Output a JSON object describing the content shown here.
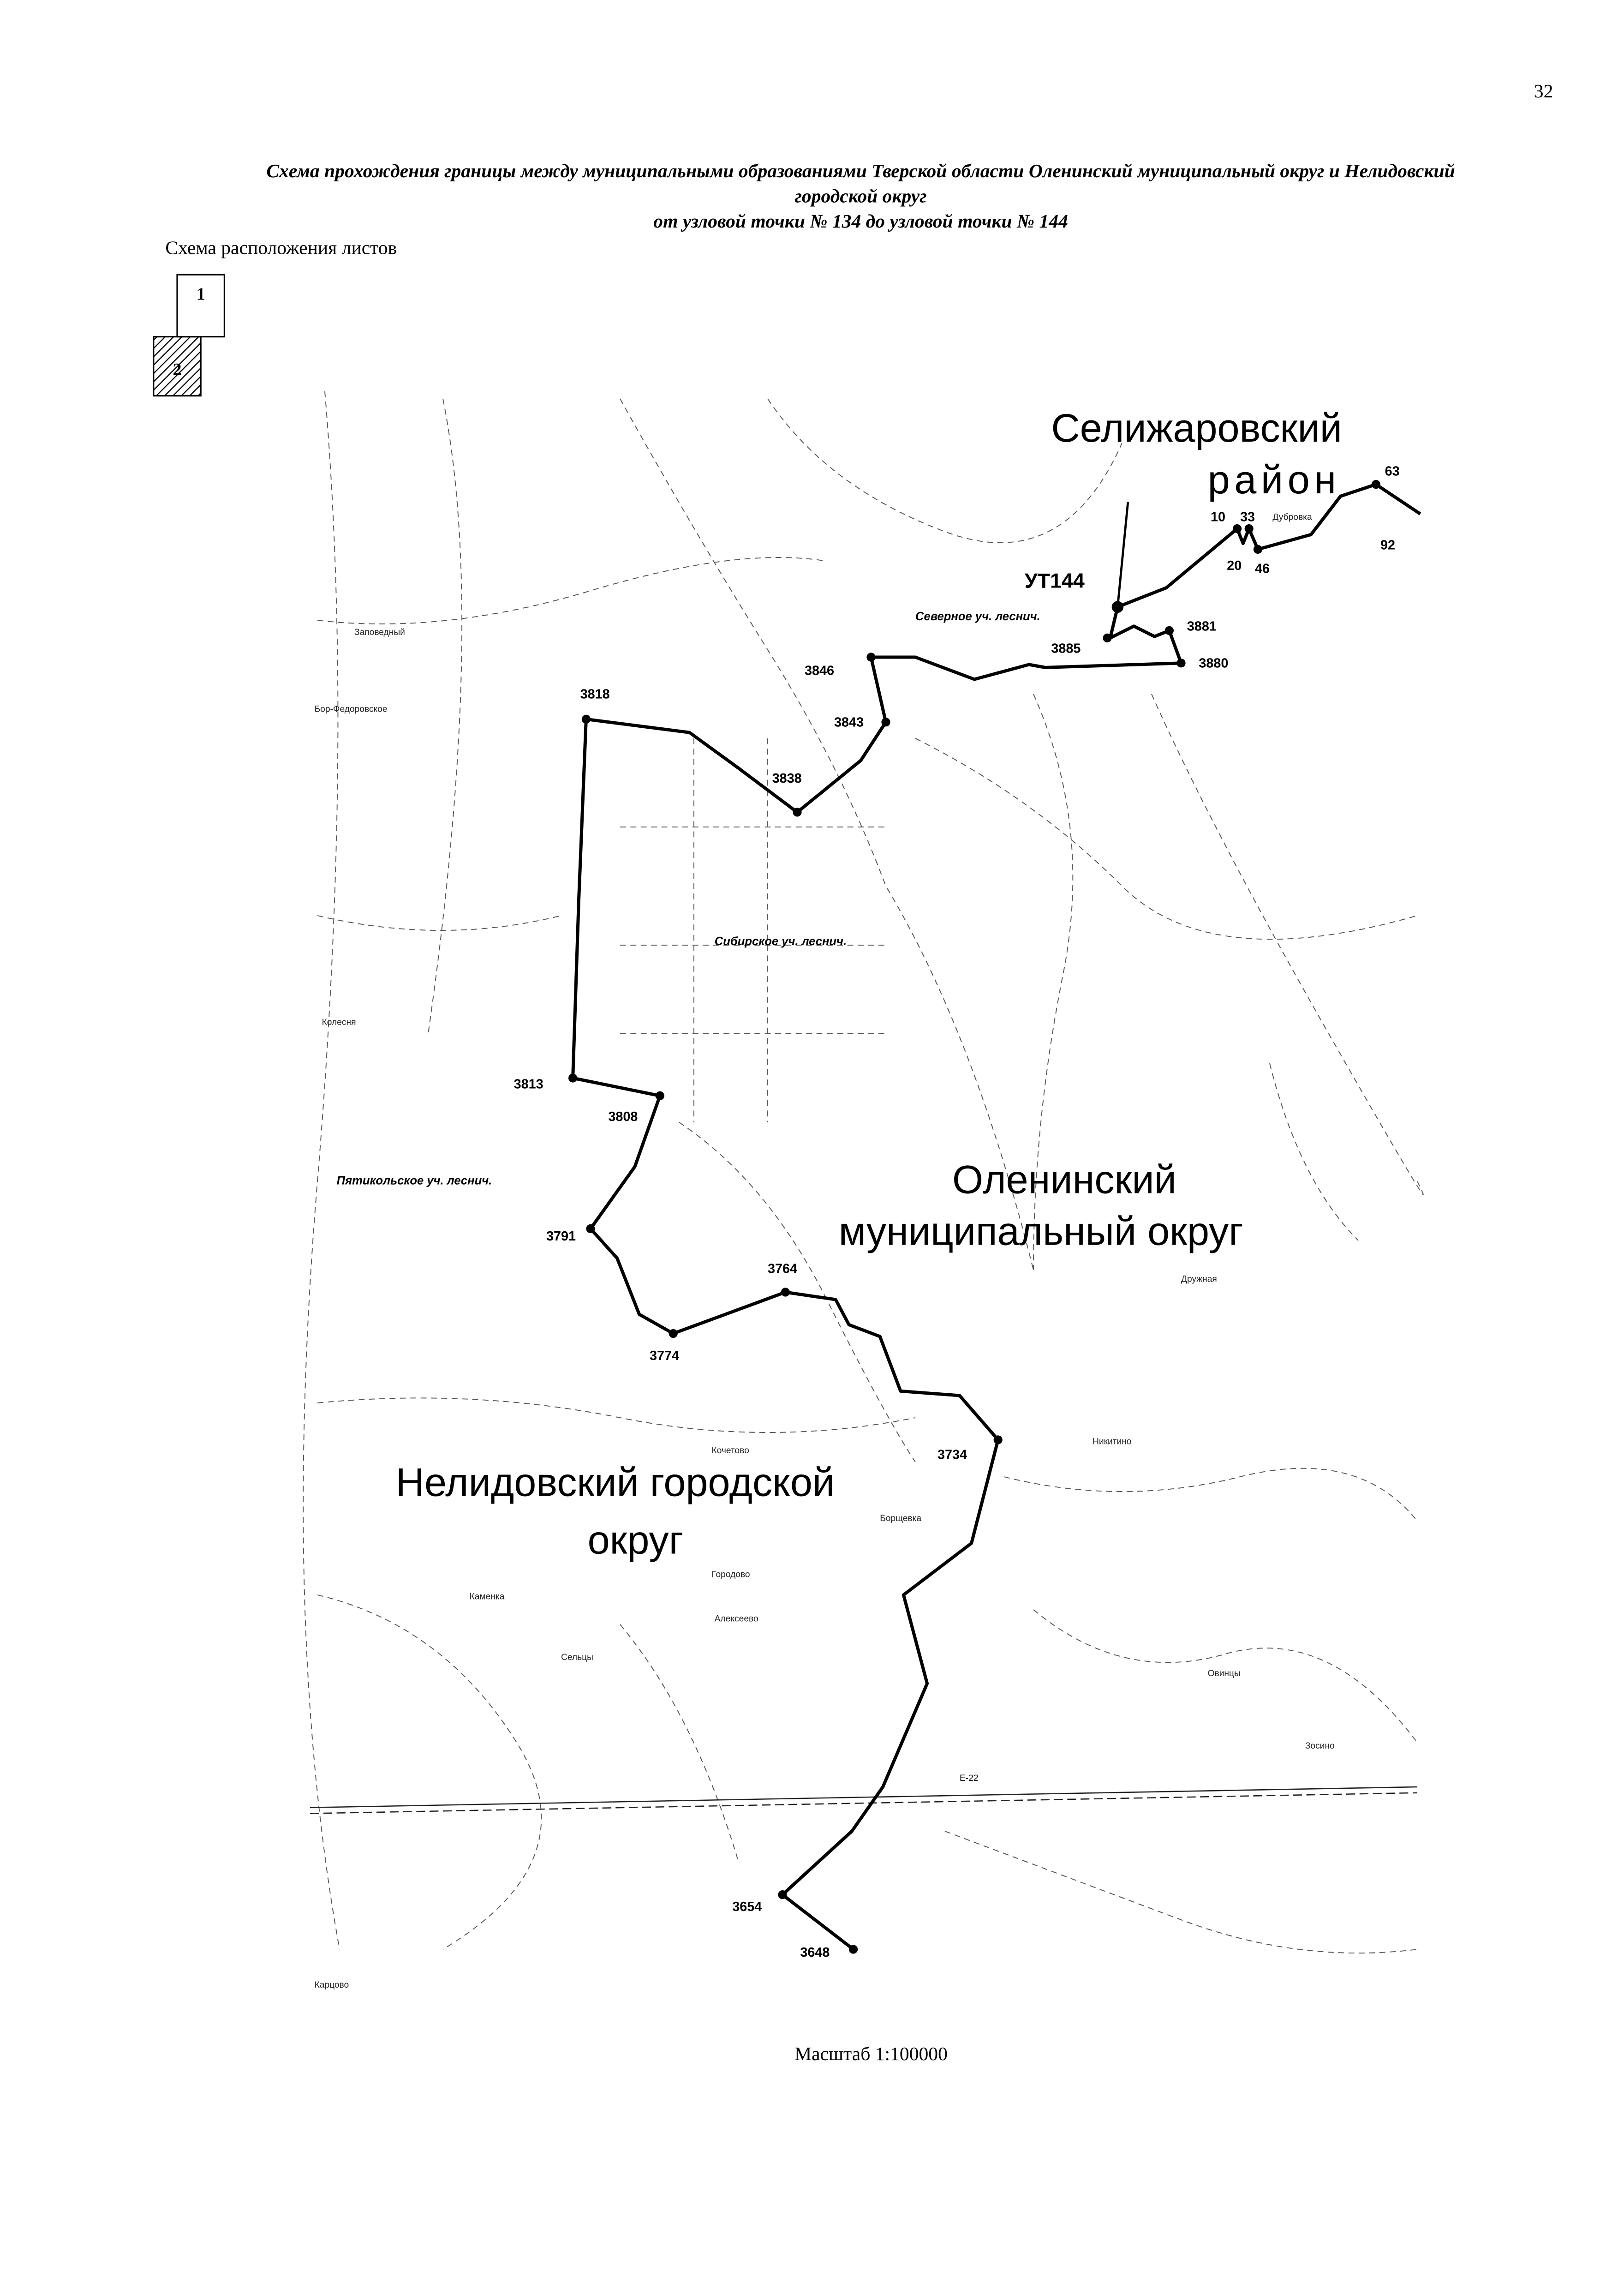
{
  "page_number": "32",
  "title_line1": "Схема прохождения границы между муниципальными образованиями Тверской области Оленинский муниципальный округ и Нелидовский",
  "title_line2": "городской округ",
  "title_line3": "от узловой точки № 134 до узловой точки № 144",
  "sheet_layout_label": "Схема расположения листов",
  "sheets": [
    "1",
    "2"
  ],
  "scale": "Масштаб 1:100000",
  "regions": {
    "selizharovo_1": "Селижаровский",
    "selizharovo_2": "район",
    "olenino_1": "Оленинский",
    "olenino_2": "муниципальный округ",
    "nelidovo_1": "Нелидовский городской",
    "nelidovo_2": "округ"
  },
  "forestries": {
    "severnoe": "Северное уч. леснич.",
    "sibirskoe": "Сибирское уч. леснич.",
    "pyatnitskoe": "Пятикольское уч. леснич."
  },
  "points": {
    "ut144": "УТ144",
    "p63": "63",
    "p10": "10",
    "p33": "33",
    "p20": "20",
    "p46": "46",
    "p92": "92",
    "p3881": "3881",
    "p3880": "3880",
    "p3885": "3885",
    "p3846": "3846",
    "p3843": "3843",
    "p3838": "3838",
    "p3818": "3818",
    "p3813": "3813",
    "p3808": "3808",
    "p3791": "3791",
    "p3774": "3774",
    "p3764": "3764",
    "p3734": "3734",
    "p3654": "3654",
    "p3648": "3648"
  },
  "places": {
    "zapovedny": "Заповедный",
    "kolesnya": "Колесня",
    "borfedorovskoe": "Бор-Федоровское",
    "druzhnaya": "Дружная",
    "kochetovo": "Кочетово",
    "nikitino": "Никитино",
    "borshchevka": "Борщевка",
    "gorodovo": "Городово",
    "alekseevo": "Алексеево",
    "seltsy": "Сельцы",
    "kamenka": "Каменка",
    "ovintsy": "Овинцы",
    "kartsovo": "Карцово",
    "dubrovka": "Дубровка",
    "zosino": "Зосино",
    "road": "Е-22"
  }
}
